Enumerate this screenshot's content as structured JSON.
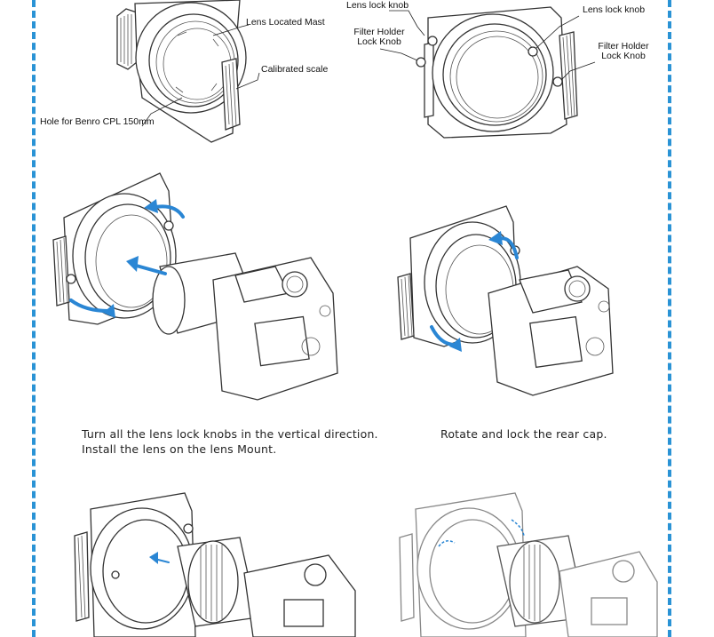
{
  "labels": {
    "lens_located_mast": "Lens Located Mast",
    "calibrated_scale": "Calibrated scale",
    "hole_for_cpl": "Hole for Benro CPL 150mm",
    "lens_lock_knob_left": "Lens lock knob",
    "lens_lock_knob_right": "Lens lock knob",
    "filter_holder_lock_knob_left_1": "Filter Holder",
    "filter_holder_lock_knob_left_2": "Lock Knob",
    "filter_holder_lock_knob_right_1": "Filter Holder",
    "filter_holder_lock_knob_right_2": "Lock Knob"
  },
  "captions": {
    "step1_line1": "Turn all the lens lock knobs in the vertical direction.",
    "step1_line2": "Install the lens on the lens Mount.",
    "step2": "Rotate and lock the rear cap."
  },
  "colors": {
    "border": "#2a93d5",
    "arrow": "#2a86d4",
    "line_art": "#333333"
  }
}
